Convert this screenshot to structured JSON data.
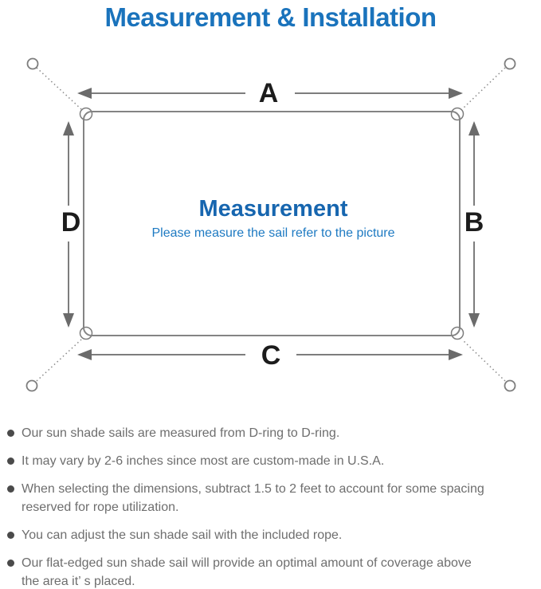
{
  "page": {
    "title": "Measurement & Installation"
  },
  "diagram": {
    "labels": {
      "top": "A",
      "right": "B",
      "bottom": "C",
      "left": "D"
    },
    "center_heading": "Measurement",
    "center_subtext": "Please measure the sail refer to the picture",
    "colors": {
      "title_blue": "#1a73bc",
      "heading_blue": "#1766af",
      "subtext_blue": "#1e7ac2",
      "line_gray": "#848484",
      "arrowhead_gray": "#6b6b6b",
      "label_color": "#1c1c1c",
      "note_text": "#6e6e6e",
      "bullet_dot": "#4a4a4a"
    }
  },
  "notes": {
    "items": [
      {
        "lines": [
          "Our sun shade sails are measured from D-ring to D-ring."
        ]
      },
      {
        "lines": [
          "It may vary by 2-6 inches since most are custom-made in U.S.A."
        ]
      },
      {
        "lines": [
          "When selecting the dimensions, subtract 1.5 to 2 feet to account for some spacing",
          "reserved for rope utilization."
        ]
      },
      {
        "lines": [
          "You can adjust the sun shade sail with the included rope."
        ]
      },
      {
        "lines": [
          "Our flat-edged sun shade sail will provide an optimal amount of coverage above",
          "the area it’ s placed."
        ]
      }
    ]
  }
}
